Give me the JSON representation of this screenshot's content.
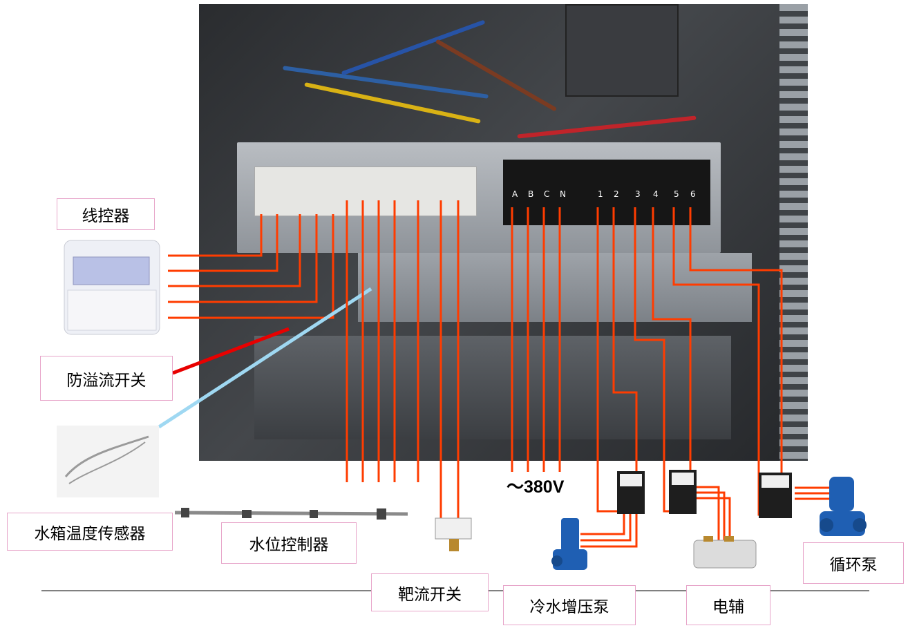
{
  "labels": {
    "wired_controller": "线控器",
    "overflow_switch": "防溢流开关",
    "tank_temp_sensor": "水箱温度传感器",
    "water_level_controller": "水位控制器",
    "target_flow_switch": "靶流开关",
    "cold_water_booster_pump": "冷水增压泵",
    "electric_heater": "电辅",
    "circulation_pump": "循环泵",
    "voltage": "～380V"
  },
  "terminal_letters": [
    "A",
    "B",
    "C",
    "N",
    "1",
    "2",
    "3",
    "4",
    "5",
    "6"
  ],
  "colors": {
    "wire": "#ff3c00",
    "overflow_line": "#e80000",
    "sensor_line": "#9fd8f2",
    "label_border": "#e7a4c9"
  }
}
